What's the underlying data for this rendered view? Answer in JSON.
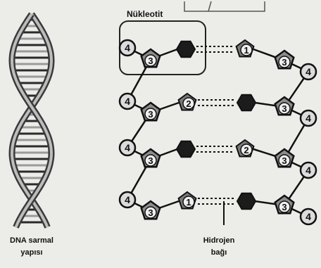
{
  "labels": {
    "nucleotide": "Nükleotit",
    "dna_title_line1": "DNA sarmal",
    "dna_title_line2": "yapısı",
    "hbond_line1": "Hidrojen",
    "hbond_line2": "bağı"
  },
  "diagram": {
    "left_strand": [
      {
        "phosphate": "4",
        "sugar": "3",
        "base": ""
      },
      {
        "phosphate": "4",
        "sugar": "3",
        "base": "2"
      },
      {
        "phosphate": "4",
        "sugar": "3",
        "base": ""
      },
      {
        "phosphate": "4",
        "sugar": "3",
        "base": "1"
      }
    ],
    "right_strand": [
      {
        "phosphate": "4",
        "sugar": "3",
        "base": "1"
      },
      {
        "phosphate": "4",
        "sugar": "3",
        "base": ""
      },
      {
        "phosphate": "4",
        "sugar": "3",
        "base": "2"
      },
      {
        "phosphate": "4",
        "sugar": "3",
        "base": ""
      }
    ],
    "colors": {
      "dark_base": "#1c1c1c",
      "gray_base": "#7a7a7a",
      "pentagon": "#8c8c8c",
      "phosphate": "#dcdcdc"
    }
  }
}
